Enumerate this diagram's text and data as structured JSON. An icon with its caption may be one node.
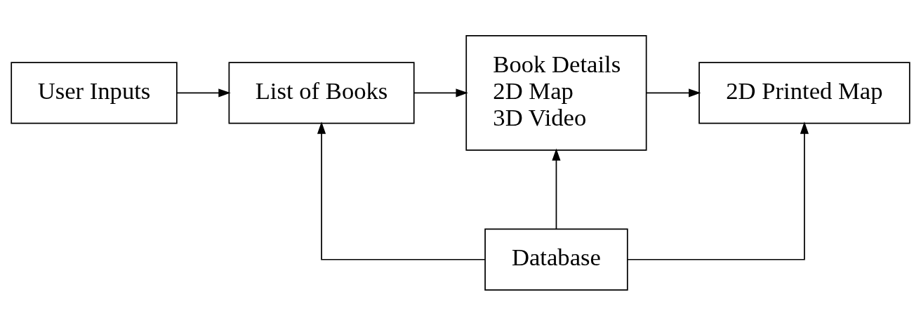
{
  "diagram": {
    "nodes": [
      {
        "text": [
          "User Inputs"
        ]
      },
      {
        "text": [
          "List of Books"
        ]
      },
      {
        "text": [
          "Book Details",
          "2D Map",
          "3D Video"
        ]
      },
      {
        "text": [
          "2D Printed Map"
        ]
      },
      {
        "text": [
          "Database"
        ]
      }
    ],
    "edges": [
      {
        "from": 0,
        "to": 1,
        "arrow": "to"
      },
      {
        "from": 1,
        "to": 2,
        "arrow": "to"
      },
      {
        "from": 2,
        "to": 3,
        "arrow": "to"
      },
      {
        "from": 4,
        "to": 1,
        "arrow": "to"
      },
      {
        "from": 4,
        "to": 2,
        "arrow": "to"
      },
      {
        "from": 4,
        "to": 3,
        "arrow": "to"
      }
    ]
  }
}
